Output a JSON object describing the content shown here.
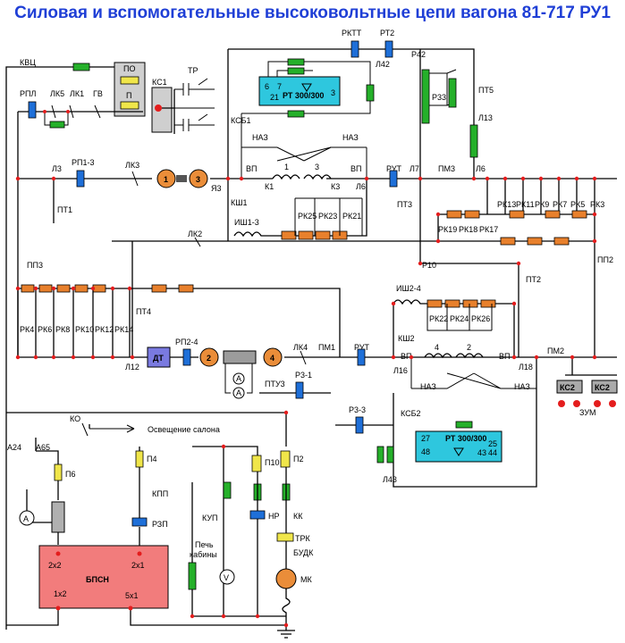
{
  "title": "Силовая и вспомогательные высоковольтные цепи вагона 81-717 РУ1",
  "labels": {
    "kvc": "КВЦ",
    "po": "ПО",
    "p": "П",
    "ks1": "КС1",
    "tr": "ТР",
    "rpl": "РПЛ",
    "lk5": "ЛК5",
    "lk1": "ЛК1",
    "gv": "ГВ",
    "rktt": "РКТТ",
    "rt2": "РТ2",
    "p42": "Р42",
    "l42": "Л42",
    "rt300_top": "РТ 300/300",
    "rt_num6": "6",
    "rt_num7": "7",
    "rt_num21": "21",
    "rt_num3": "3",
    "p33": "Р33",
    "pt5": "ПТ5",
    "l13": "Л13",
    "ksb1": "КСБ1",
    "naz1": "НАЗ",
    "naz2": "НАЗ",
    "l3": "Л3",
    "rp13": "РП1-3",
    "lk3": "ЛК3",
    "m1": "1",
    "m3": "3",
    "ya3": "Я3",
    "vp1": "ВП",
    "k1": "К1",
    "f1": "1",
    "f3": "3",
    "k3": "К3",
    "vp2": "ВП",
    "l6a": "Л6",
    "rut1": "РУТ",
    "l7": "Л7",
    "pm3": "ПМ3",
    "l6b": "Л6",
    "pt1": "ПТ1",
    "ksh1": "КШ1",
    "ish13": "ИШ1-3",
    "rk25": "РК25",
    "rk23": "РК23",
    "rk21": "РК21",
    "pt3": "ПТ3",
    "rk13": "РК13",
    "rk11": "РК11",
    "rk9": "РК9",
    "rk7": "РК7",
    "rk5": "РК5",
    "rk3": "РК3",
    "rk19": "РК19",
    "rk18": "РК18",
    "rk17": "РК17",
    "lk2": "ЛК2",
    "pp3": "ПП3",
    "p10": "Р10",
    "pp2": "ПП2",
    "pt2": "ПТ2",
    "pt4": "ПТ4",
    "ish24": "ИШ2-4",
    "rk4": "РК4",
    "rk6": "РК6",
    "rk8": "РК8",
    "rk10": "РК10",
    "rk12": "РК12",
    "rk14": "РК14",
    "rk22": "РК22",
    "rk24": "РК24",
    "rk26": "РК26",
    "ksh2": "КШ2",
    "l12": "Л12",
    "dt": "ДТ",
    "rp24": "РП2-4",
    "m2": "2",
    "m4": "4",
    "lk4": "ЛК4",
    "pm1": "ПМ1",
    "rut2": "РУТ",
    "vp3": "ВП",
    "l16": "Л16",
    "f4": "4",
    "f2": "2",
    "vp4": "ВП",
    "l18": "Л18",
    "pm2": "ПМ2",
    "ammeter": "A",
    "pt3u": "ПТУ3",
    "r31": "Р3-1",
    "naz3": "НАЗ",
    "naz4": "НАЗ",
    "ks2a": "КС2",
    "ks2b": "КС2",
    "zum": "ЗУМ",
    "r33": "Р3-3",
    "ksb2": "КСБ2",
    "l43": "Л43",
    "rt300_bot": "РТ 300/300",
    "rt_num27": "27",
    "rt_num48": "48",
    "rt_num25": "25",
    "rt_num44": "44",
    "rt_num43": "43",
    "ko": "КО",
    "salon": "Освещение салона",
    "a24": "А24",
    "a65": "А65",
    "p6": "П6",
    "p4": "П4",
    "p10f": "П10",
    "p2": "П2",
    "kpp": "КПП",
    "rzp": "РЗП",
    "kup": "КУП",
    "nr": "НР",
    "kk": "КК",
    "trk": "ТРК",
    "budk": "БУДК",
    "mk": "МК",
    "pech": "Печь",
    "kabiny": "кабины",
    "volt": "V",
    "bpsn": "БПСН",
    "t2x2": "2х2",
    "t2x1": "2х1",
    "t1x2": "1х2",
    "t5x1": "5х1"
  },
  "colors": {
    "title": "#1f3fd6",
    "resistor": "#e8802c",
    "contact_green": "#25b02a",
    "fuse_yellow": "#f0e64a",
    "relay_blue": "#1e6fd8",
    "bpsn": "#f27c7c",
    "dt": "#7a7ae0",
    "rt_box": "#2ec7de",
    "node": "#e41d1d"
  }
}
